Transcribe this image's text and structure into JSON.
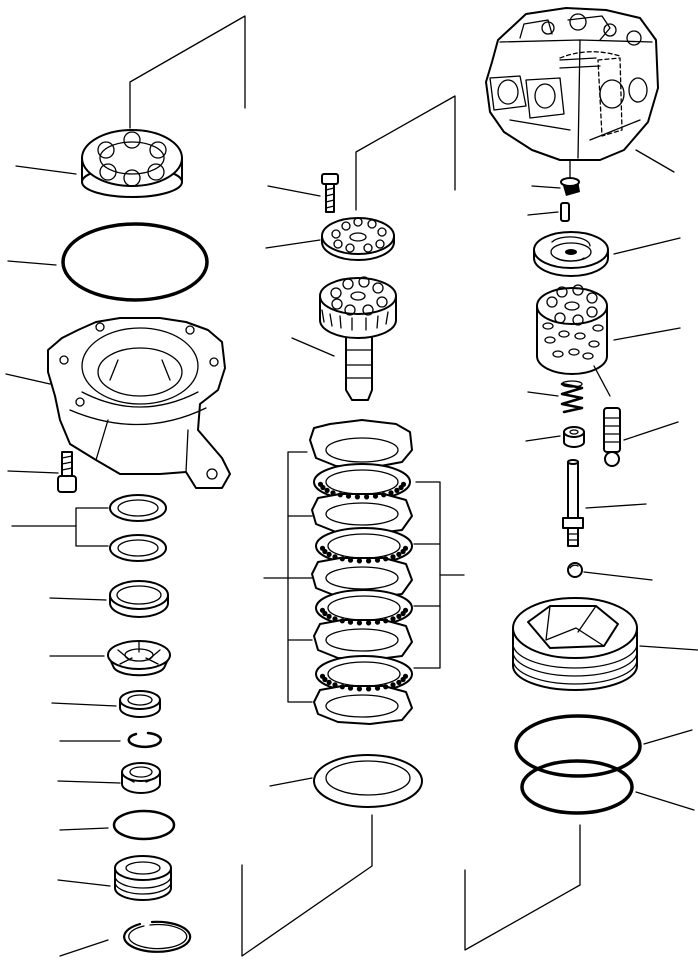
{
  "diagram": {
    "kind": "exploded-parts-view",
    "columns": [
      "left-column",
      "center-column",
      "right-column"
    ],
    "part_count": 36
  }
}
